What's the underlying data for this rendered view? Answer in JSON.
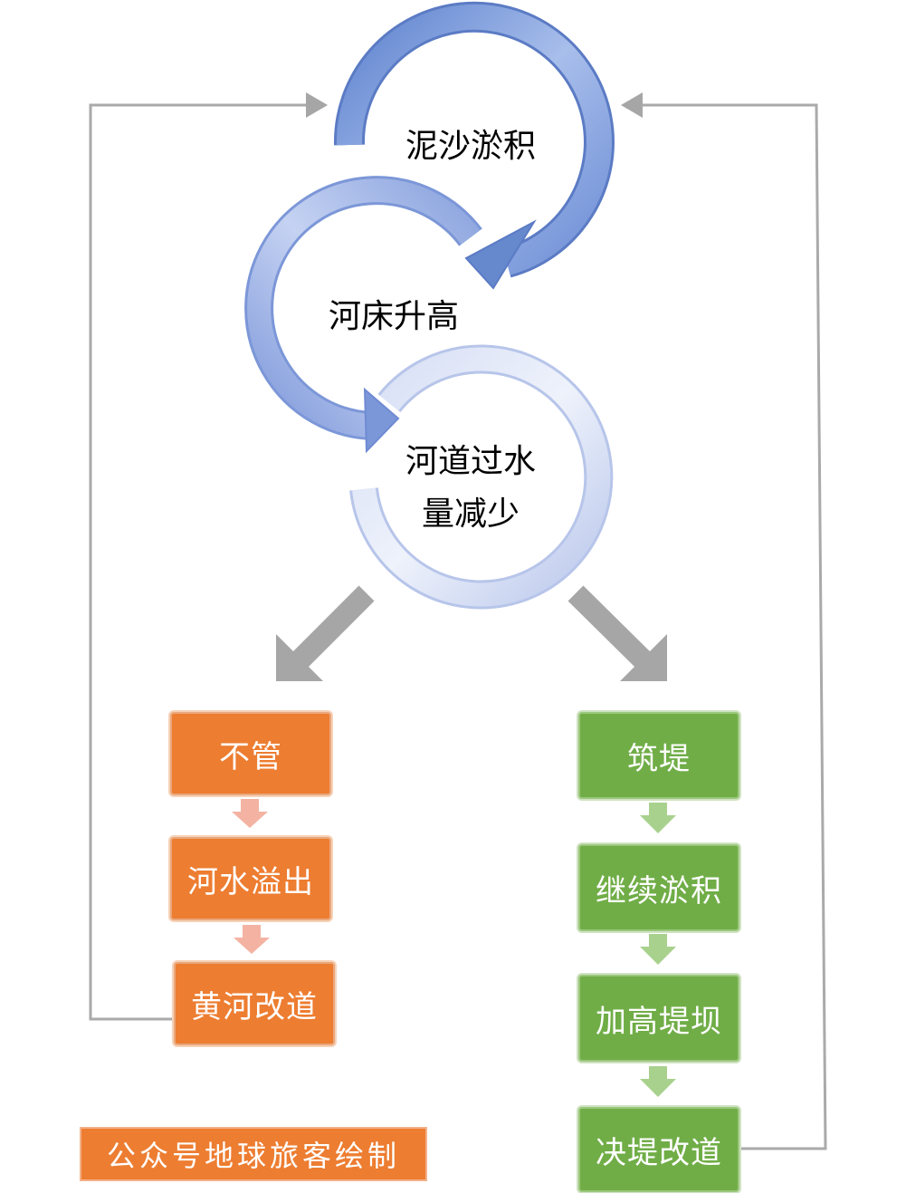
{
  "cycle": {
    "step1": "泥沙淤积",
    "step2": "河床升高",
    "step3_line1": "河道过水",
    "step3_line2": "量减少"
  },
  "left_branch": {
    "steps": [
      "不管",
      "河水溢出",
      "黄河改道"
    ]
  },
  "right_branch": {
    "steps": [
      "筑堤",
      "继续淤积",
      "加高堤坝",
      "决堤改道"
    ]
  },
  "credit": "公众号地球旅客绘制",
  "colors": {
    "cycle_blue": "#7C9AD6",
    "cycle_light": "#C9D4F0",
    "orange": "#ED7D31",
    "orange_arrow": "#F4B3A2",
    "green": "#70AD47",
    "green_arrow": "#A9D18E",
    "gray_arrow": "#A6A6A6",
    "connector_line": "#AAAAAA"
  }
}
